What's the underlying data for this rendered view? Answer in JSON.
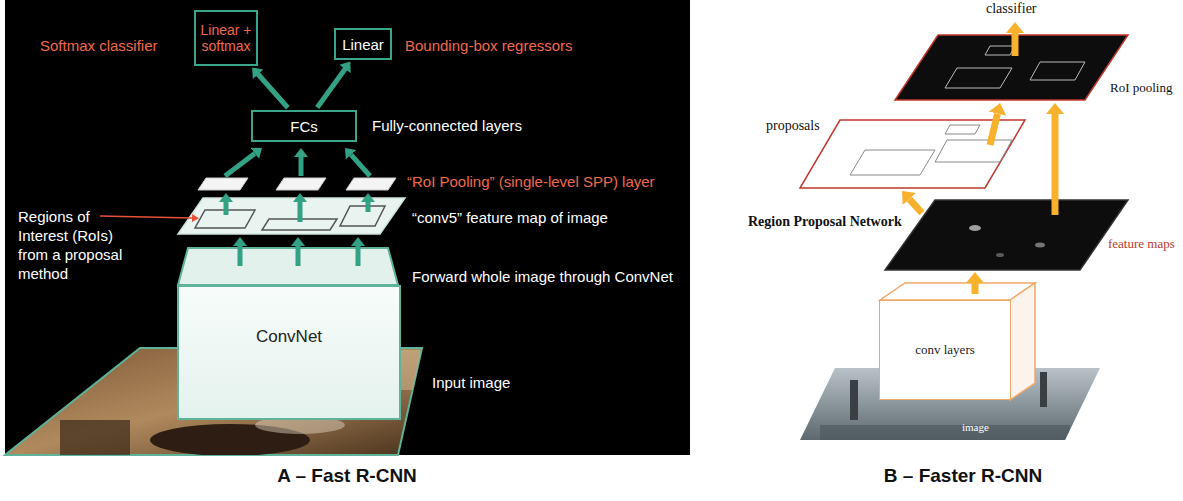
{
  "diagram": {
    "nodes": [
      {
        "text": [
          "Linear + softmax"
        ]
      },
      {
        "text": [
          "Linear"
        ]
      },
      {
        "text": [
          "FCs"
        ]
      },
      {
        "text": [
          "ConvNet"
        ]
      },
      {
        "text": [
          "conv layers"
        ]
      }
    ],
    "edges": [
      {
        "from": 2,
        "to": 0,
        "arrow": "to"
      },
      {
        "from": 2,
        "to": 1,
        "arrow": "to"
      }
    ],
    "labels": [
      "Softmax classifier",
      "Bounding-box regressors",
      "Fully-connected layers",
      "“RoI Pooling” (single-level SPP) layer",
      "“conv5” feature map of image",
      "Regions of Interest (RoIs) from a proposal method",
      "Forward whole image through ConvNet",
      "Input image",
      "classifier",
      "RoI pooling",
      "proposals",
      "Region Proposal Network",
      "feature maps",
      "image",
      "A – Fast R-CNN",
      "B – Faster R-CNN"
    ]
  }
}
